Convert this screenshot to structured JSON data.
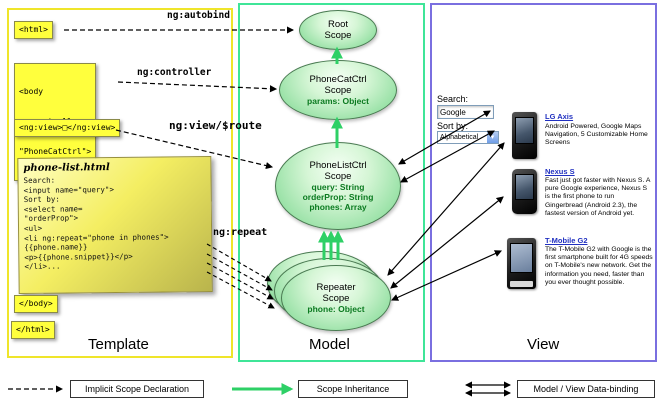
{
  "colors": {
    "template_border": "#efe52a",
    "model_border": "#3fe598",
    "view_border": "#7a6fe0",
    "scope_green": "#9be2a8",
    "inheritance_green": "#2ed066",
    "code_box_yellow": "#ffff3d",
    "link_blue": "#2030c0"
  },
  "panels": {
    "template_label": "Template",
    "model_label": "Model",
    "view_label": "View"
  },
  "template": {
    "html_open": "<html>",
    "body_open_lines": [
      "<body",
      "ng:controller=",
      "\"PhoneCatCtrl\">"
    ],
    "ng_view": "<ng:view>□</ng:view>",
    "note": {
      "title": "phone-list.html",
      "lines": [
        "Search:",
        "<input name=\"query\">",
        "Sort by:",
        "<select name=",
        "\"orderProp\">",
        "<ul>",
        "<li ng:repeat=\"phone in phones\">",
        "{{phone.name}}",
        "<p>{{phone.snippet}}</p>",
        "</li>..."
      ]
    },
    "body_close": "</body>",
    "html_close": "</html>"
  },
  "arrow_labels": {
    "autobind": "ng:autobind",
    "controller": "ng:controller",
    "view_route": "ng:view/$route",
    "repeat": "ng:repeat"
  },
  "model": {
    "root": {
      "title": "Root\nScope"
    },
    "phonecat": {
      "title": "PhoneCatCtrl\nScope",
      "props": [
        "params: Object"
      ]
    },
    "phonelist": {
      "title": "PhoneListCtrl\nScope",
      "props": [
        "query: String",
        "orderProp: String",
        "phones: Array"
      ]
    },
    "repeater": {
      "title": "Repeater\nScope",
      "props": [
        "phone: Object"
      ]
    }
  },
  "view": {
    "search_label": "Search:",
    "search_value": "Google",
    "sort_label": "Sort by:",
    "sort_value": "Alphabetical",
    "phones": [
      {
        "name": "LG Axis",
        "desc": "Android Powered, Google Maps Navigation, 5 Customizable Home Screens"
      },
      {
        "name": "Nexus S",
        "desc": "Fast just got faster with Nexus S. A pure Google experience, Nexus S is the first phone to run Gingerbread (Android 2.3), the fastest version of Android yet."
      },
      {
        "name": "T-Mobile G2",
        "desc": "The T-Mobile G2 with Google is the first smartphone built for 4G speeds on T-Mobile's new network. Get the information you need, faster than you ever thought possible."
      }
    ]
  },
  "legend": {
    "implicit": "Implicit Scope Declaration",
    "inheritance": "Scope Inheritance",
    "binding": "Model / View Data-binding"
  }
}
